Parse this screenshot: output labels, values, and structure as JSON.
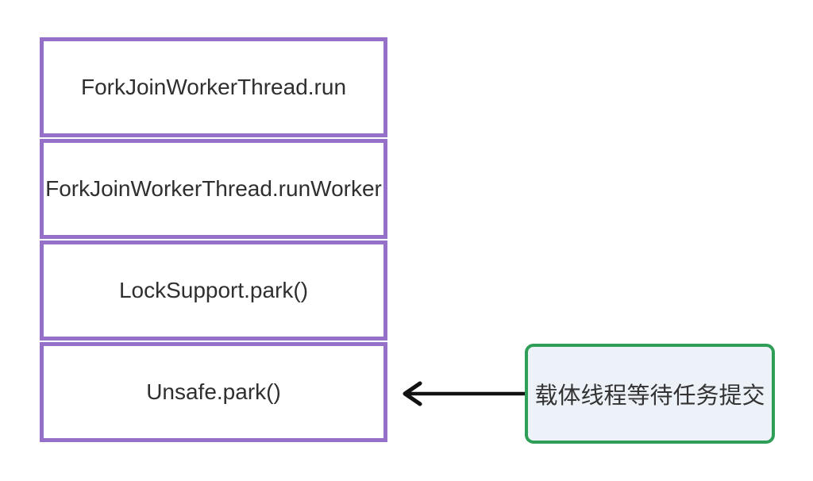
{
  "diagram": {
    "call_stack": {
      "border_color": "#9570C8",
      "frames": [
        {
          "label": "ForkJoinWorkerThread.run"
        },
        {
          "label": "ForkJoinWorkerThread.runWorker"
        },
        {
          "label": "LockSupport.park()"
        },
        {
          "label": "Unsafe.park()"
        }
      ]
    },
    "arrow": {
      "color": "#111111",
      "direction": "left",
      "points_to": "Unsafe.park()"
    },
    "annotation": {
      "label": "载体线程等待任务提交",
      "border_color": "#2F9E57",
      "fill_color": "#EDF2F8"
    }
  }
}
